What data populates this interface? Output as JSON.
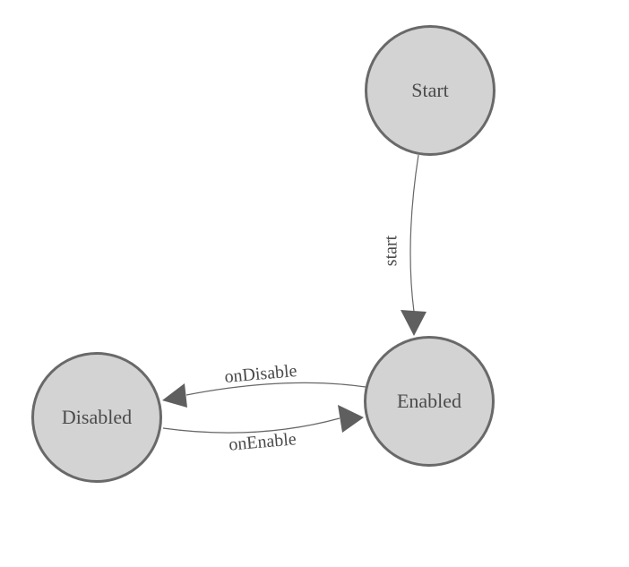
{
  "diagram": {
    "type": "state-machine",
    "background_color": "#ffffff",
    "node_fill_color": "#d3d3d3",
    "node_border_color": "#696969",
    "edge_color": "#666666",
    "arrow_color": "#5f5f5f",
    "text_color": "#4a4a4a",
    "nodes": [
      {
        "id": "start",
        "label": "Start",
        "shape": "circle"
      },
      {
        "id": "enabled",
        "label": "Enabled",
        "shape": "circle"
      },
      {
        "id": "disabled",
        "label": "Disabled",
        "shape": "circle"
      }
    ],
    "edges": [
      {
        "from": "Start",
        "to": "Enabled",
        "label": "start"
      },
      {
        "from": "Enabled",
        "to": "Disabled",
        "label": "onDisable"
      },
      {
        "from": "Disabled",
        "to": "Enabled",
        "label": "onEnable"
      }
    ]
  }
}
